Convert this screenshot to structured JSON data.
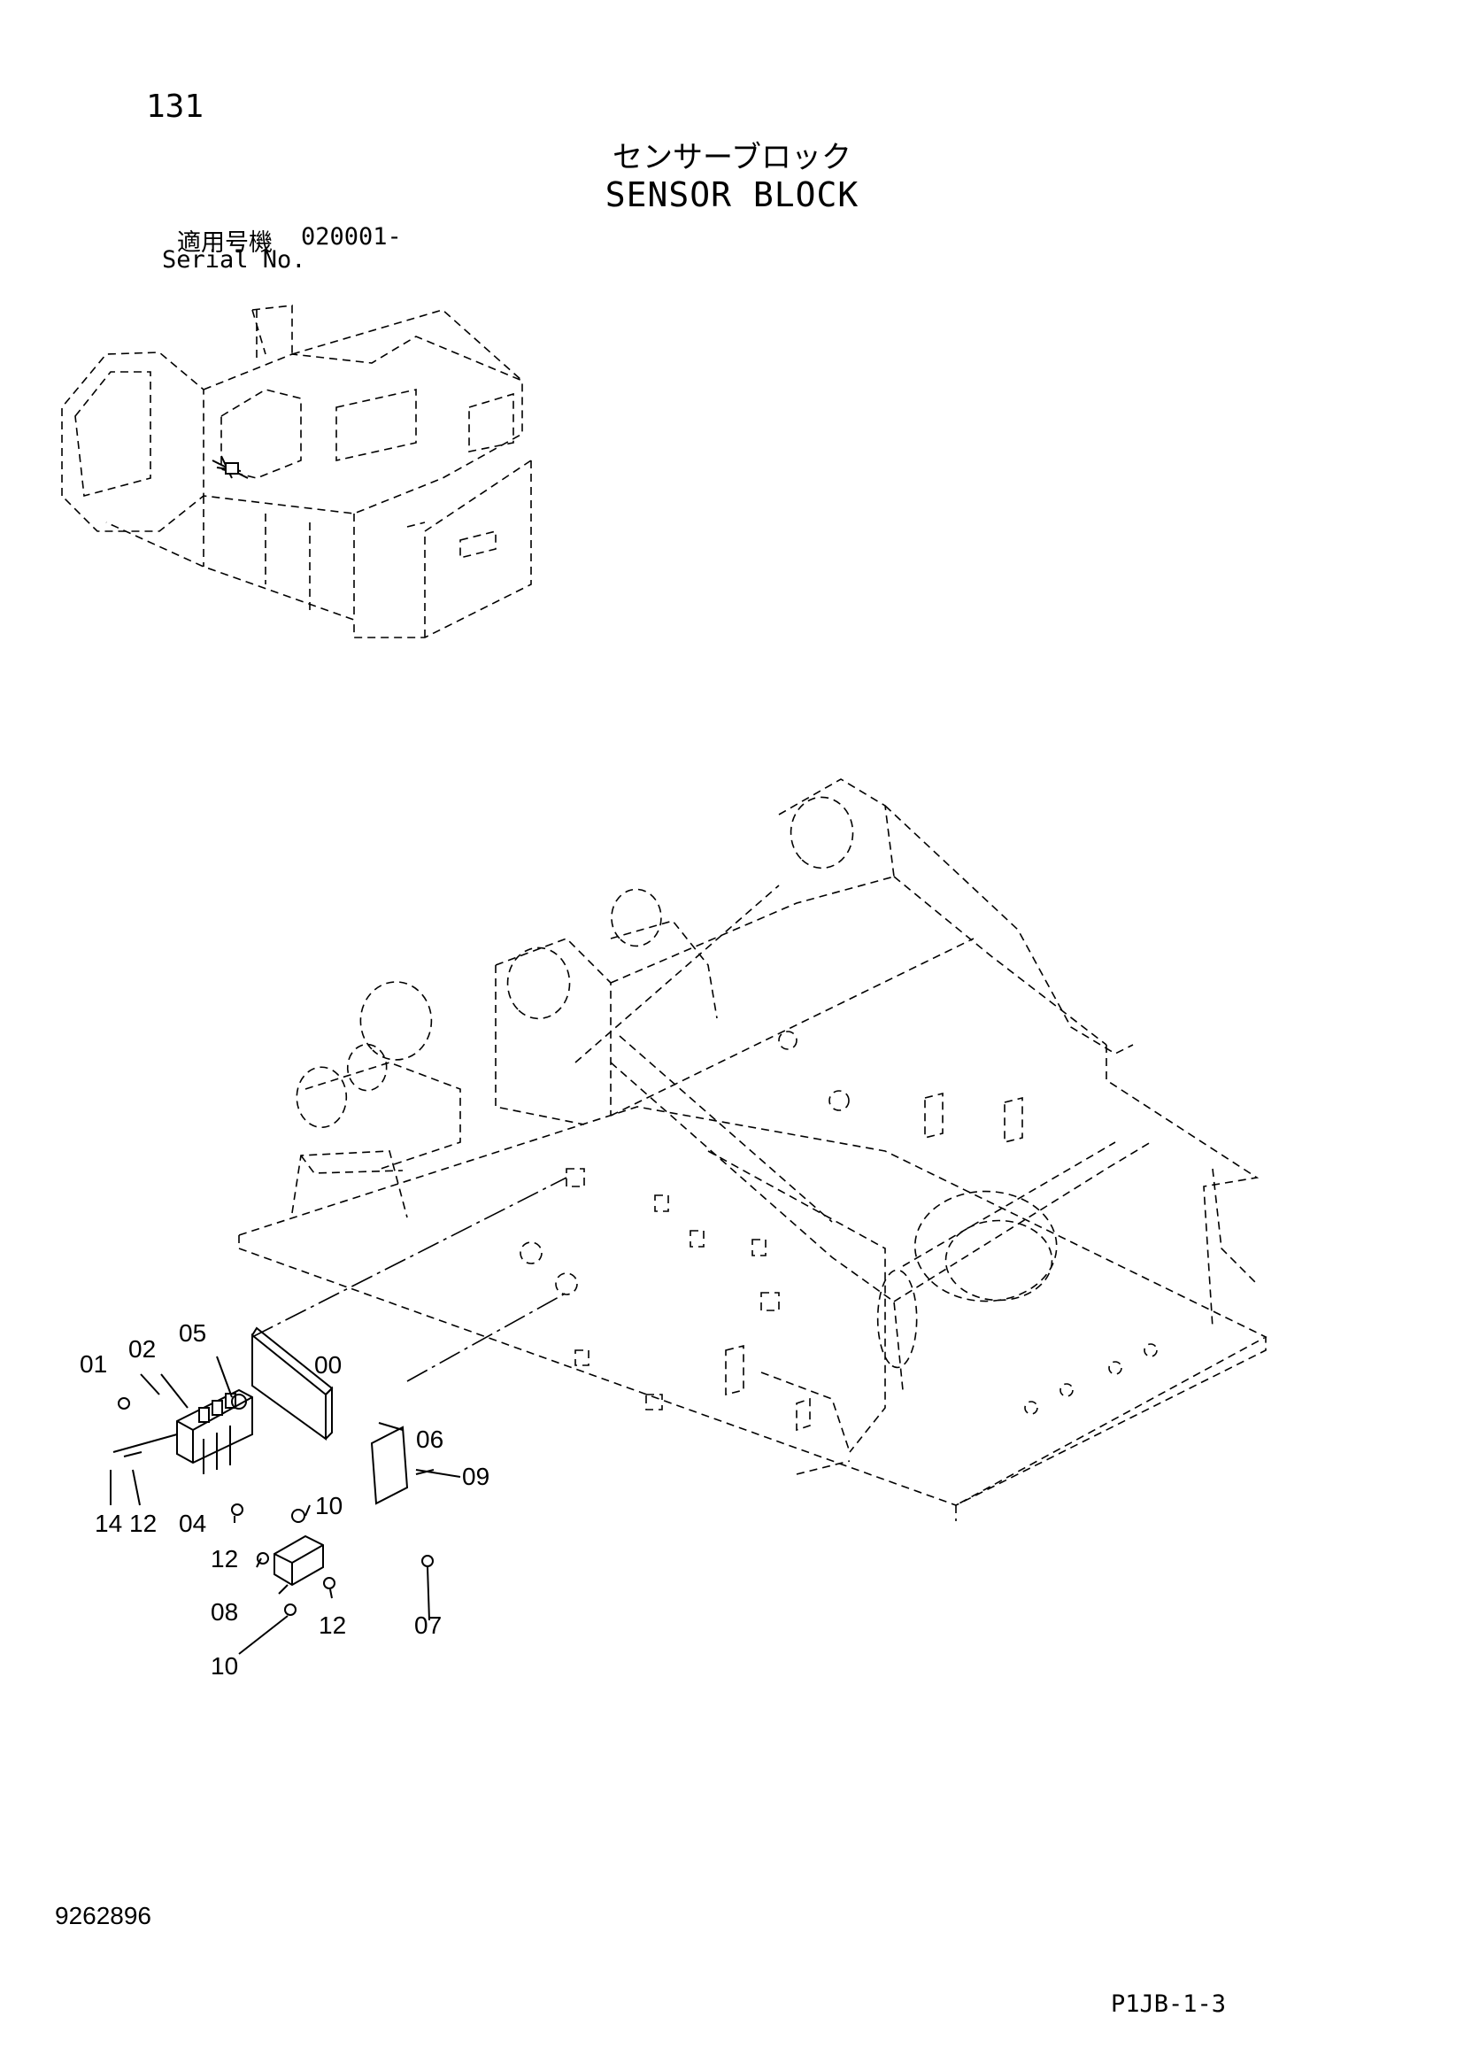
{
  "header": {
    "page_number": "131",
    "title_jp": "センサーブロック",
    "title_en": "SENSOR BLOCK",
    "serial_label_jp": "適用号機",
    "serial_value": "020001-",
    "serial_label_en": "Serial No."
  },
  "callouts": [
    {
      "id": "01",
      "label": "01"
    },
    {
      "id": "02",
      "label": "02"
    },
    {
      "id": "05",
      "label": "05"
    },
    {
      "id": "00",
      "label": "00"
    },
    {
      "id": "06",
      "label": "06"
    },
    {
      "id": "09",
      "label": "09"
    },
    {
      "id": "14",
      "label": "14"
    },
    {
      "id": "12a",
      "label": "12"
    },
    {
      "id": "04",
      "label": "04"
    },
    {
      "id": "10a",
      "label": "10"
    },
    {
      "id": "12b",
      "label": "12"
    },
    {
      "id": "08",
      "label": "08"
    },
    {
      "id": "12c",
      "label": "12"
    },
    {
      "id": "07",
      "label": "07"
    },
    {
      "id": "10b",
      "label": "10"
    }
  ],
  "footer": {
    "doc_number": "9262896",
    "page_code": "P1JB-1-3"
  }
}
